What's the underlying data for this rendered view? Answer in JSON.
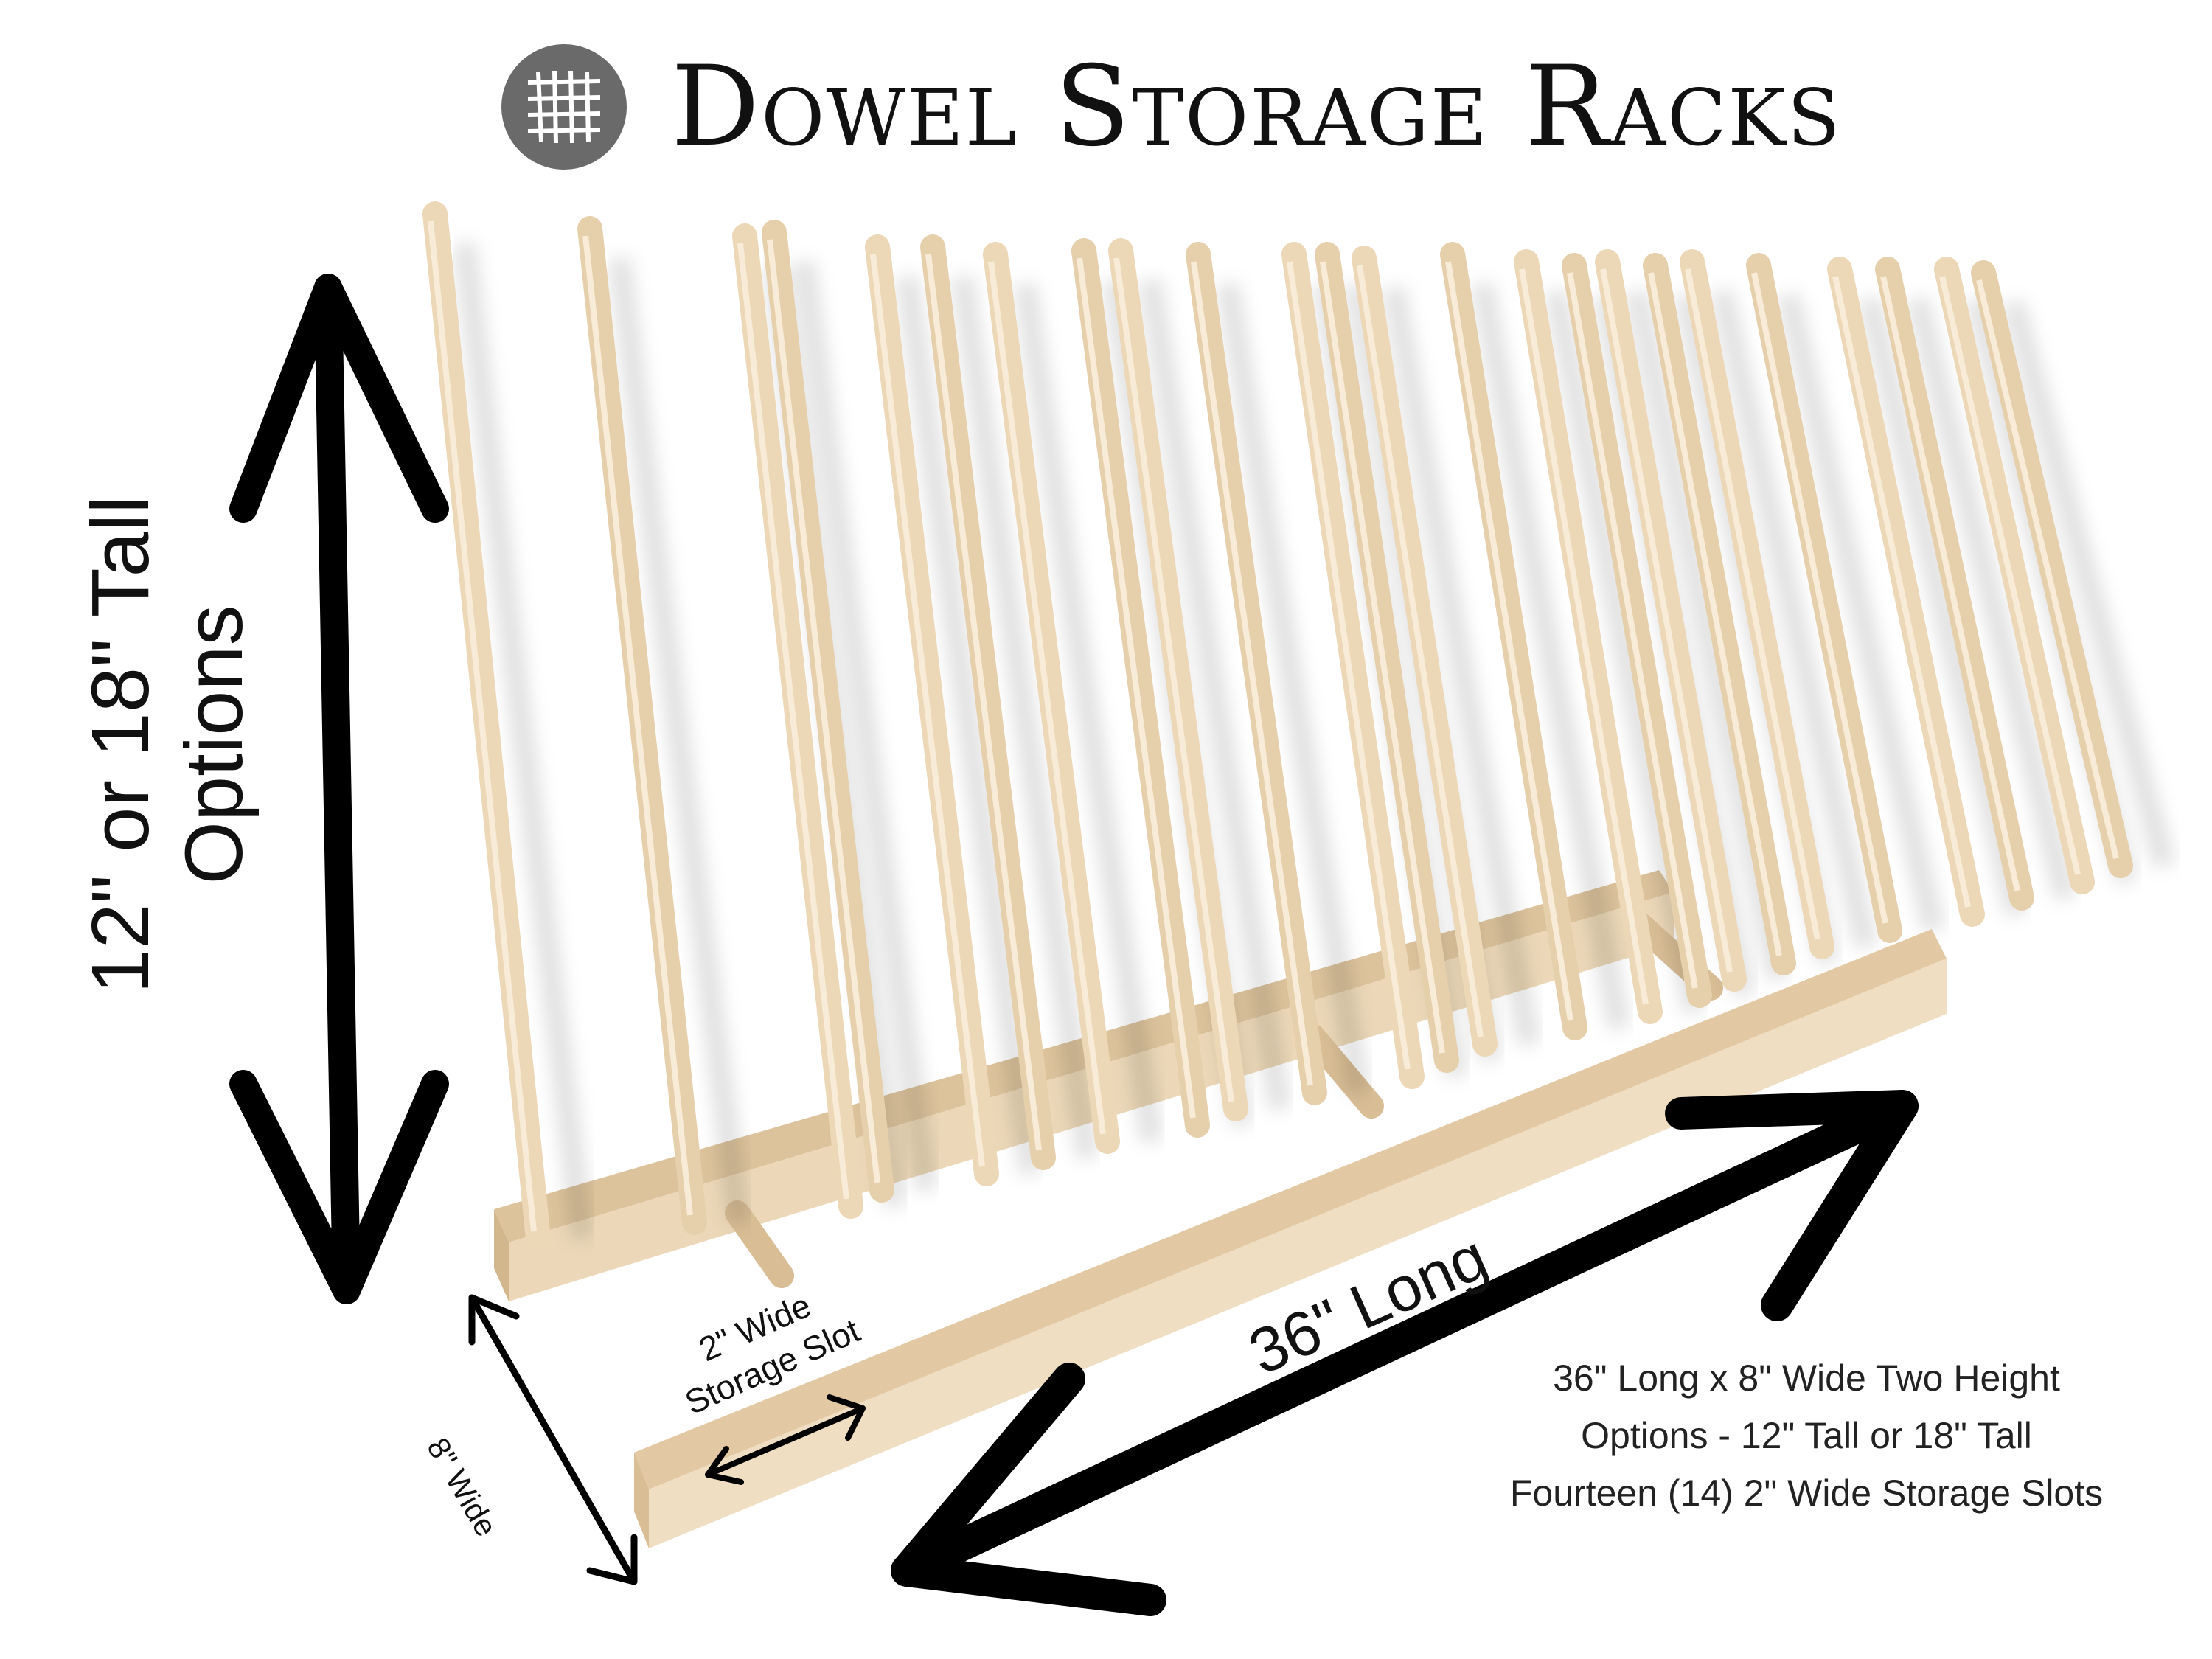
{
  "title": "Dowel Storage Racks",
  "labels": {
    "height_line1": "12\" or 18\" Tall",
    "height_line2": "Options",
    "length": "36\" Long",
    "slot_line1": "2\" Wide",
    "slot_line2": "Storage Slot",
    "width": "8\" Wide"
  },
  "spec_text": {
    "line1": "36\" Long x 8\" Wide Two Height",
    "line2": "Options - 12\" Tall or 18\" Tall",
    "line3": "Fourteen (14) 2\" Wide Storage Slots"
  },
  "colors": {
    "wood": "#e8d2b0",
    "wood_dark": "#cdb28a",
    "arrow": "#000000",
    "logo_bg": "#6a6a6a"
  },
  "icons": {
    "logo": "grid-icon"
  }
}
